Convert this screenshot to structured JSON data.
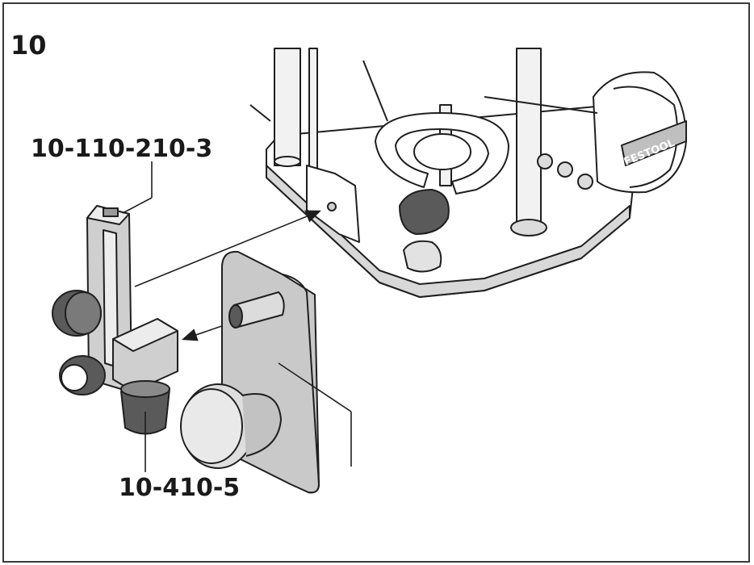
{
  "figure": {
    "number": "10",
    "callouts": {
      "fixing_unit": "10-110-210-3",
      "knob_part": "10-410-5"
    },
    "brand_on_motor": "FESTOOL"
  },
  "colors": {
    "line": "#1f1f1f",
    "part_fill": "#c9c9c9",
    "part_shade": "#9a9a9a",
    "dark_part": "#5a5a5a",
    "light_fill": "#ececec"
  }
}
